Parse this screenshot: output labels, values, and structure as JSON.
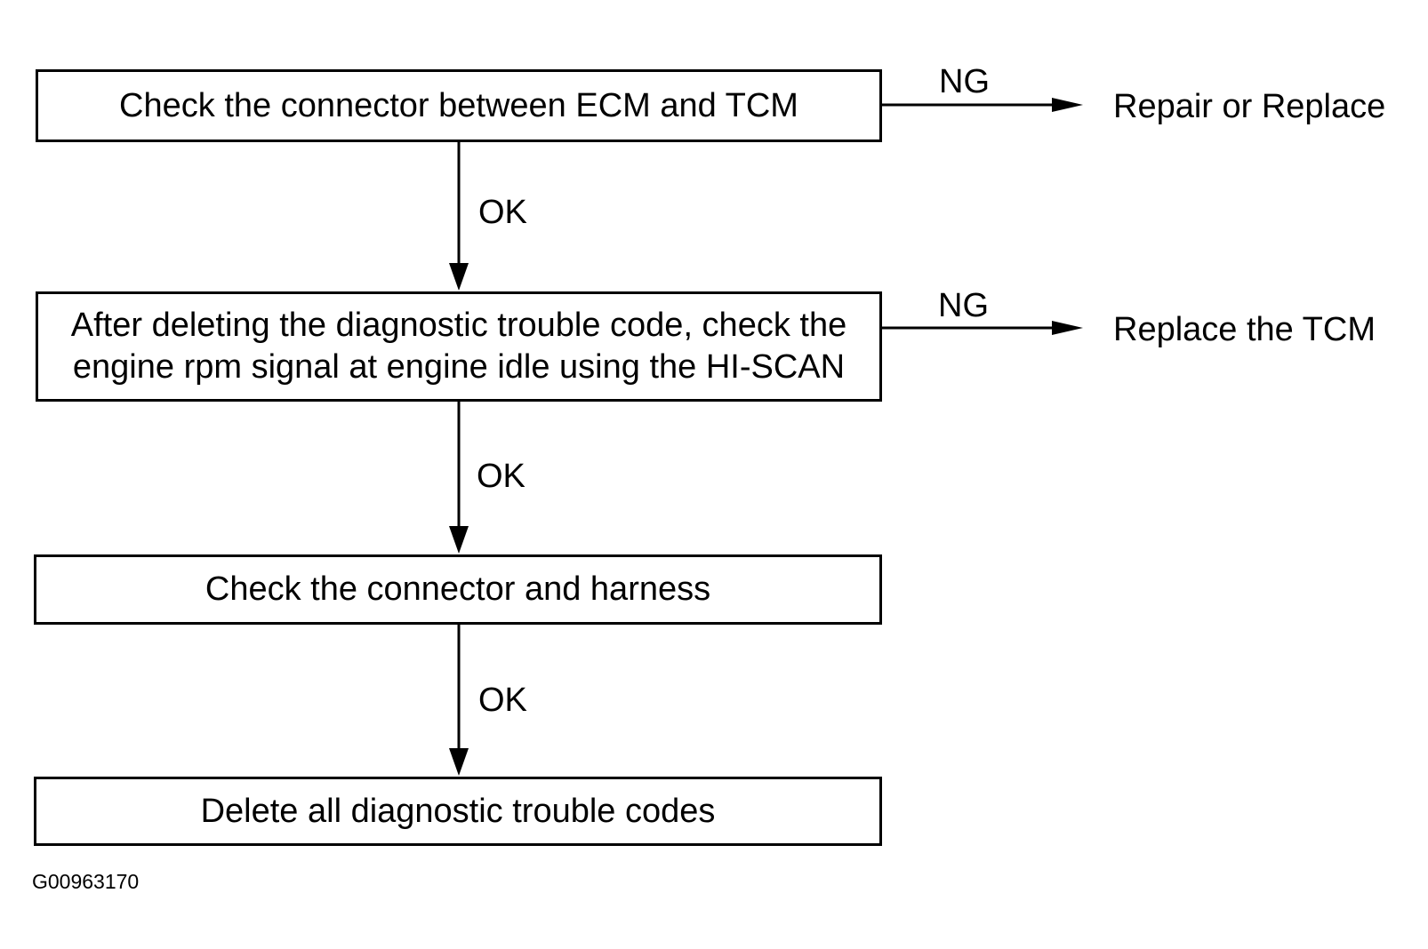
{
  "flowchart": {
    "steps": [
      {
        "lines": [
          "Check the connector between ECM and TCM"
        ]
      },
      {
        "lines": [
          "After deleting the diagnostic trouble code, check the",
          "engine rpm signal at engine idle using the HI-SCAN"
        ]
      },
      {
        "lines": [
          "Check the connector and harness"
        ]
      },
      {
        "lines": [
          "Delete all diagnostic trouble codes"
        ]
      }
    ],
    "ok_labels": [
      "OK",
      "OK",
      "OK"
    ],
    "ng_branches": [
      {
        "label": "NG",
        "outcome": "Repair or Replace"
      },
      {
        "label": "NG",
        "outcome": "Replace the TCM"
      }
    ]
  },
  "figure_id": "G00963170",
  "colors": {
    "line": "#000000",
    "background": "#ffffff"
  }
}
